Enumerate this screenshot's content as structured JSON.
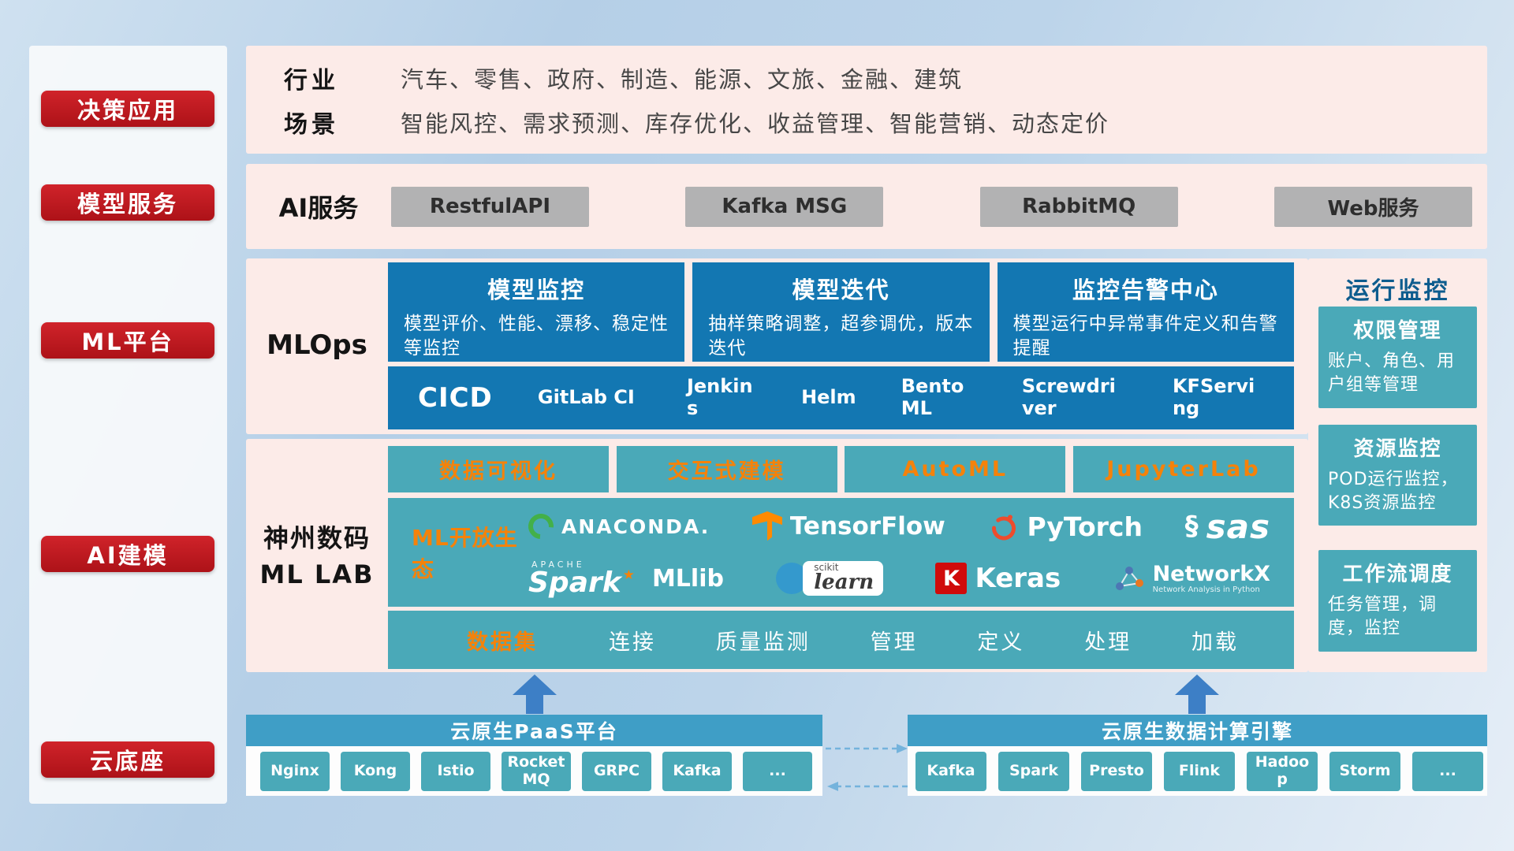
{
  "palette": {
    "sidebar_red": "#bf1a20",
    "panel_pink": "#fcebe8",
    "card_blue": "#1377b2",
    "teal": "#4aa9b8",
    "accent_orange": "#f5820a",
    "cloud_bar_blue": "#3f9ec6"
  },
  "sidebar": {
    "items": [
      "决策应用",
      "模型服务",
      "ML平台",
      "AI建模",
      "云底座"
    ]
  },
  "industry": {
    "rows": [
      {
        "label": "行业",
        "value": "汽车、零售、政府、制造、能源、文旅、金融、建筑"
      },
      {
        "label": "场景",
        "value": "智能风控、需求预测、库存优化、收益管理、智能营销、动态定价"
      }
    ]
  },
  "ai_service": {
    "label": "AI服务",
    "items": [
      "RestfulAPI",
      "Kafka MSG",
      "RabbitMQ",
      "Web服务"
    ]
  },
  "mlops": {
    "label": "MLOps",
    "cards": [
      {
        "title": "模型监控",
        "desc": "模型评价、性能、漂移、稳定性等监控"
      },
      {
        "title": "模型迭代",
        "desc": "抽样策略调整，超参调优，版本迭代"
      },
      {
        "title": "监控告警中心",
        "desc": "模型运行中异常事件定义和告警提醒"
      }
    ],
    "cicd_title": "CICD",
    "cicd_items": [
      "GitLab CI",
      "Jenkins",
      "Helm",
      "BentoML",
      "Screwdriver",
      "KFServing"
    ]
  },
  "mllab": {
    "label_line1": "神州数码",
    "label_line2": "ML LAB",
    "tools": [
      "数据可视化",
      "交互式建模",
      "AutoML",
      "JupyterLab"
    ],
    "eco": {
      "label": "ML开放生态",
      "anaconda": "ANACONDA.",
      "tensorflow": "TensorFlow",
      "pytorch": "PyTorch",
      "sas": "sas",
      "spark_sub": "APACHE",
      "spark": "Spark",
      "mllib": "MLlib",
      "sklearn_sub": "scikit",
      "sklearn": "learn",
      "keras_letter": "K",
      "keras": "Keras",
      "networkx": "NetworkX",
      "networkx_sub": "Network Analysis in Python"
    },
    "dataset_title": "数据集",
    "dataset_items": [
      "连接",
      "质量监测",
      "管理",
      "定义",
      "处理",
      "加载"
    ]
  },
  "monitoring": {
    "title": "运行监控",
    "cards": [
      {
        "title": "权限管理",
        "desc": "账户、角色、用户组等管理"
      },
      {
        "title": "资源监控",
        "desc": "POD运行监控，K8S资源监控"
      },
      {
        "title": "工作流调度",
        "desc": "任务管理，调度，监控"
      }
    ]
  },
  "cloud": {
    "paas": {
      "title": "云原生PaaS平台",
      "items": [
        "Nginx",
        "Kong",
        "Istio",
        "RocketMQ",
        "GRPC",
        "Kafka",
        "..."
      ]
    },
    "engine": {
      "title": "云原生数据计算引擎",
      "items": [
        "Kafka",
        "Spark",
        "Presto",
        "Flink",
        "Hadoop",
        "Storm",
        "..."
      ]
    }
  }
}
